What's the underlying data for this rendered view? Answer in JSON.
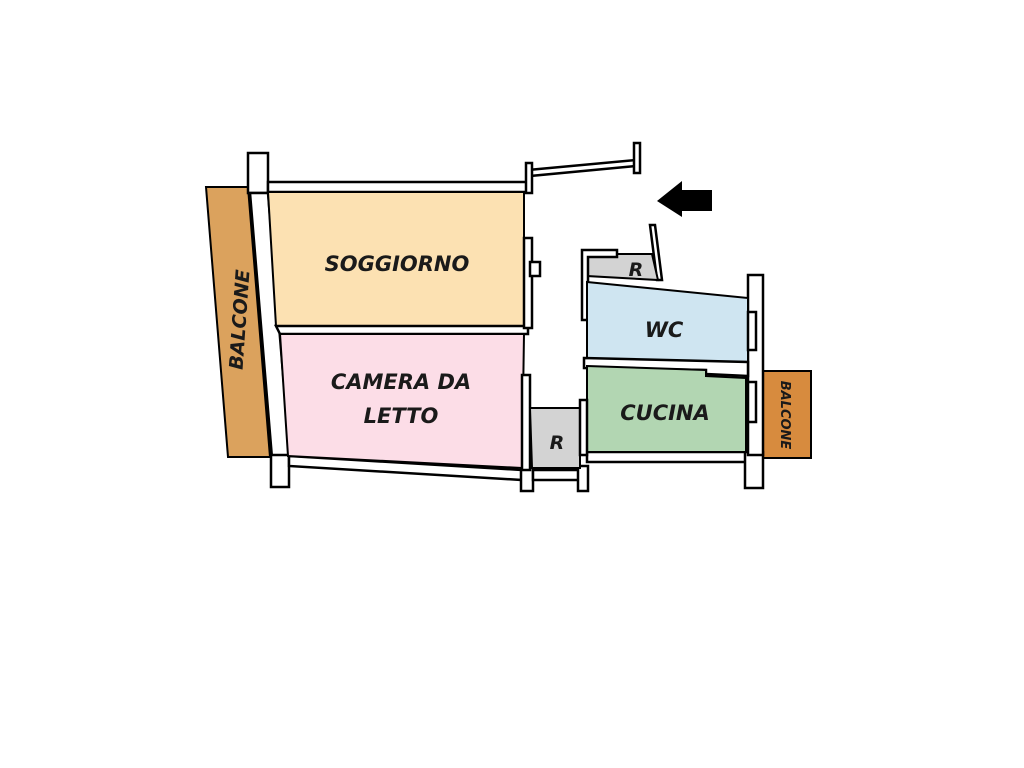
{
  "floorplan": {
    "rooms": [
      {
        "id": "soggiorno",
        "label": "SOGGIORNO",
        "color": "#FCE1B2"
      },
      {
        "id": "camera",
        "label_line1": "CAMERA DA",
        "label_line2": "LETTO",
        "color": "#FCDDE7"
      },
      {
        "id": "wc",
        "label": "WC",
        "color": "#CFE5F1"
      },
      {
        "id": "cucina",
        "label": "CUCINA",
        "color": "#B2D6B2"
      },
      {
        "id": "ripostiglio-top",
        "label": "R",
        "color": "#D3D3D3"
      },
      {
        "id": "ripostiglio-bottom",
        "label": "R",
        "color": "#D3D3D3"
      },
      {
        "id": "balcone-left",
        "label": "BALCONE",
        "color": "#DBA25D"
      },
      {
        "id": "balcone-right",
        "label": "BALCONE",
        "color": "#D78B3E"
      }
    ],
    "entrance_icon": "arrow-left-icon"
  }
}
